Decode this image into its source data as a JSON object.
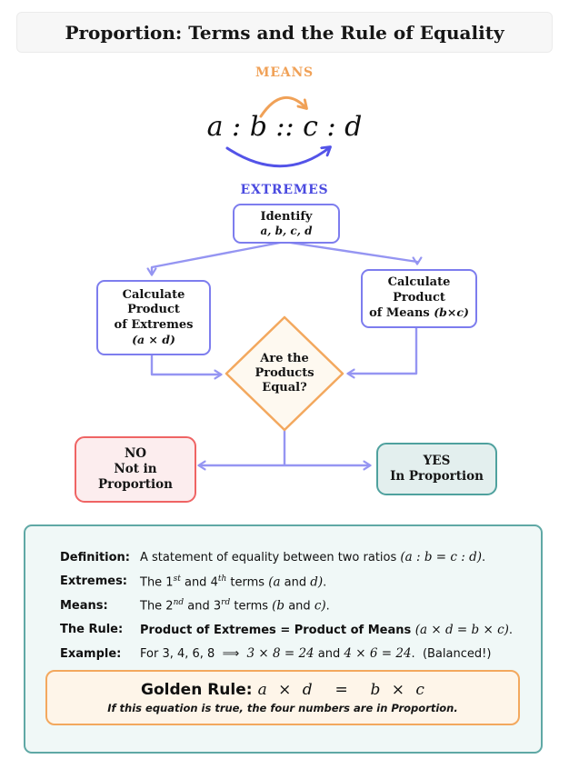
{
  "title": "Proportion: Terms and the Rule of Equality",
  "labels": {
    "means": "MEANS",
    "extremes": "EXTREMES"
  },
  "equation": "a : b :: c : d",
  "colors": {
    "connector": "#9595f2",
    "box_border": "#7d7dee",
    "orange": "#f0a157",
    "blue": "#4a4ae0",
    "red": "#ef6464",
    "teal": "#4fa19e"
  },
  "flow": {
    "identify": {
      "title": "Identify",
      "sub": "a, b, c, d"
    },
    "left": {
      "l1": "Calculate",
      "l2": "Product",
      "l3": "of Extremes",
      "math": "(a × d)"
    },
    "right": {
      "l1": "Calculate",
      "l2": "Product",
      "l3": "of Means ",
      "math": "(b×c)"
    },
    "decision": {
      "l1": "Are the",
      "l2": "Products",
      "l3": "Equal?"
    },
    "no": {
      "l1": "NO",
      "l2": "Not in",
      "l3": "Proportion"
    },
    "yes": {
      "l1": "YES",
      "l2": "In Proportion"
    }
  },
  "summary": {
    "rows": [
      {
        "label": "Definition:",
        "parts": [
          {
            "t": "A statement of equality between two ratios "
          },
          {
            "t": "(a : b = c : d)",
            "m": true
          },
          {
            "t": "."
          }
        ]
      },
      {
        "label": "Extremes:",
        "parts": [
          {
            "t": "The 1"
          },
          {
            "t": "st",
            "s": true
          },
          {
            "t": " and 4"
          },
          {
            "t": "th",
            "s": true
          },
          {
            "t": " terms "
          },
          {
            "t": "(a",
            "m": true
          },
          {
            "t": " and "
          },
          {
            "t": "d)",
            "m": true
          },
          {
            "t": "."
          }
        ]
      },
      {
        "label": "Means:",
        "parts": [
          {
            "t": "The 2"
          },
          {
            "t": "nd",
            "s": true
          },
          {
            "t": " and 3"
          },
          {
            "t": "rd",
            "s": true
          },
          {
            "t": " terms "
          },
          {
            "t": "(b",
            "m": true
          },
          {
            "t": " and "
          },
          {
            "t": "c)",
            "m": true
          },
          {
            "t": "."
          }
        ]
      },
      {
        "label": "The Rule:",
        "parts": [
          {
            "t": "Product of Extremes = Product of Means ",
            "b": true
          },
          {
            "t": "(a × d = b × c)",
            "m": true
          },
          {
            "t": "."
          }
        ]
      },
      {
        "label": "Example:",
        "parts": [
          {
            "t": "For 3, 4, 6, 8  ⟹  "
          },
          {
            "t": "3 × 8 = 24",
            "m": true
          },
          {
            "t": " and "
          },
          {
            "t": "4 × 6 = 24",
            "m": true
          },
          {
            "t": ".  (Balanced!)"
          }
        ]
      }
    ],
    "golden": {
      "label": "Golden Rule:",
      "equation": "a × d  =  b × c",
      "note": "If this equation is true, the four numbers are in Proportion."
    }
  }
}
